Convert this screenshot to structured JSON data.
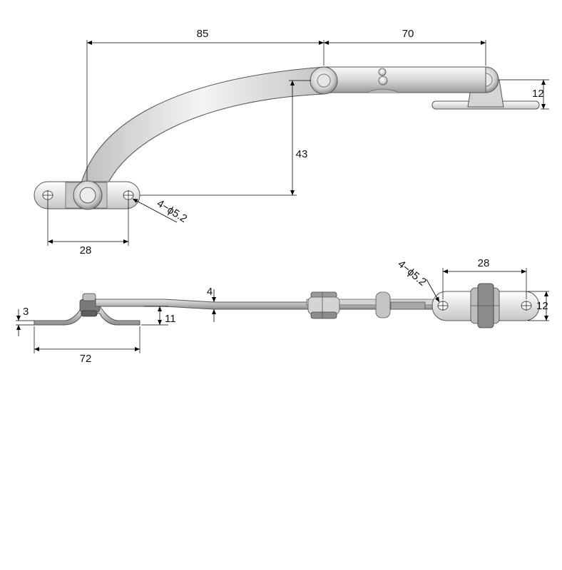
{
  "top_view": {
    "dims": {
      "span_left": "85",
      "span_right": "70",
      "bracket_height": "12",
      "arm_rise": "43",
      "base_hole_spacing": "28",
      "hole_callout": "4−ϕ5.2"
    }
  },
  "side_view": {
    "dims": {
      "base_thickness": "3",
      "arm_offset": "11",
      "arm_thickness": "4",
      "base_length": "72",
      "hole_callout": "4−ϕ5.2",
      "bracket_hole_spacing": "28",
      "bracket_height": "12"
    }
  },
  "colors": {
    "metal_light": "#f2f2f2",
    "metal_mid": "#c9c9c9",
    "metal_dark": "#8a8a8a",
    "line": "#000000"
  }
}
